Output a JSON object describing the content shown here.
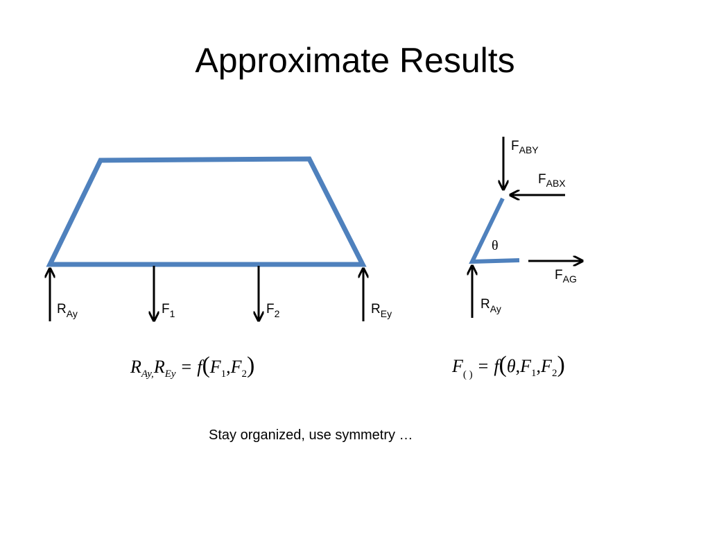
{
  "slide": {
    "title": "Approximate Results",
    "note": "Stay organized, use symmetry …"
  },
  "truss_labels": {
    "ray": {
      "main": "R",
      "sub": "Ay"
    },
    "f1": {
      "main": "F",
      "sub": "1"
    },
    "f2": {
      "main": "F",
      "sub": "2"
    },
    "rey": {
      "main": "R",
      "sub": "Ey"
    }
  },
  "joint_labels": {
    "faby": {
      "main": "F",
      "sub": "ABY"
    },
    "fabx": {
      "main": "F",
      "sub": "ABX"
    },
    "theta": "θ",
    "fag": {
      "main": "F",
      "sub": "AG"
    },
    "ray": {
      "main": "R",
      "sub": "Ay"
    }
  },
  "equations": {
    "left": {
      "r1": "R",
      "r1_sub": "Ay,",
      "r2": "R",
      "r2_sub": "Ey",
      "eq": "=",
      "f": "f",
      "lparen": "(",
      "a1": "F",
      "a1_sub": "1",
      "comma": ",",
      "a2": "F",
      "a2_sub": "2",
      "rparen": ")"
    },
    "right": {
      "lhs": "F",
      "lhs_sub": "( )",
      "eq": "=",
      "f": "f",
      "lparen": "(",
      "theta": "θ",
      "comma1": ",",
      "a1": "F",
      "a1_sub": "1",
      "comma2": ",",
      "a2": "F",
      "a2_sub": "2",
      "rparen": ")"
    }
  },
  "colors": {
    "member": "#4f81bd",
    "arrow": "#000000"
  }
}
